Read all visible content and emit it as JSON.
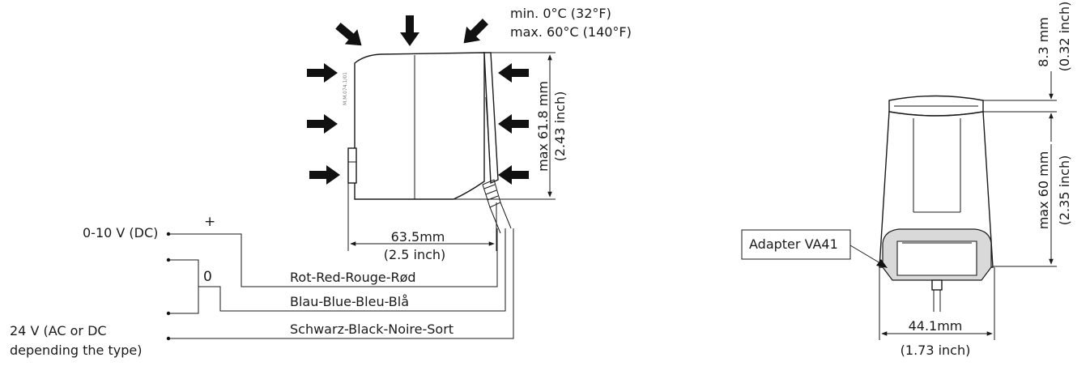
{
  "side_view": {
    "temperature": {
      "min": "min. 0°C (32°F)",
      "max": "max. 60°C (140°F)"
    },
    "part_code": "M.M.074.1/01",
    "height": {
      "mm": "max 61.8 mm",
      "inch": "(2.43 inch)"
    },
    "width": {
      "mm": "63.5mm",
      "inch": "(2.5 inch)"
    }
  },
  "wiring": {
    "signal_label": "0-10 V (DC)",
    "plus_label": "+",
    "zero_label": "0",
    "supply_line1": "24 V (AC or DC",
    "supply_line2": "depending the type)",
    "wires": [
      {
        "label": "Rot-Red-Rouge-Rød",
        "color": "red"
      },
      {
        "label": "Blau-Blue-Bleu-Blå",
        "color": "blue"
      },
      {
        "label": "Schwarz-Black-Noire-Sort",
        "color": "black"
      }
    ]
  },
  "front_view": {
    "top_dim": {
      "mm": "8.3 mm",
      "inch": "(0.32 inch)"
    },
    "height": {
      "mm": "max 60 mm",
      "inch": "(2.35 inch)"
    },
    "adapter_label": "Adapter VA41",
    "width": {
      "mm": "44.1mm",
      "inch": "(1.73 inch)"
    }
  },
  "icons": [
    "arrow-icon",
    "terminal-dot-icon"
  ]
}
